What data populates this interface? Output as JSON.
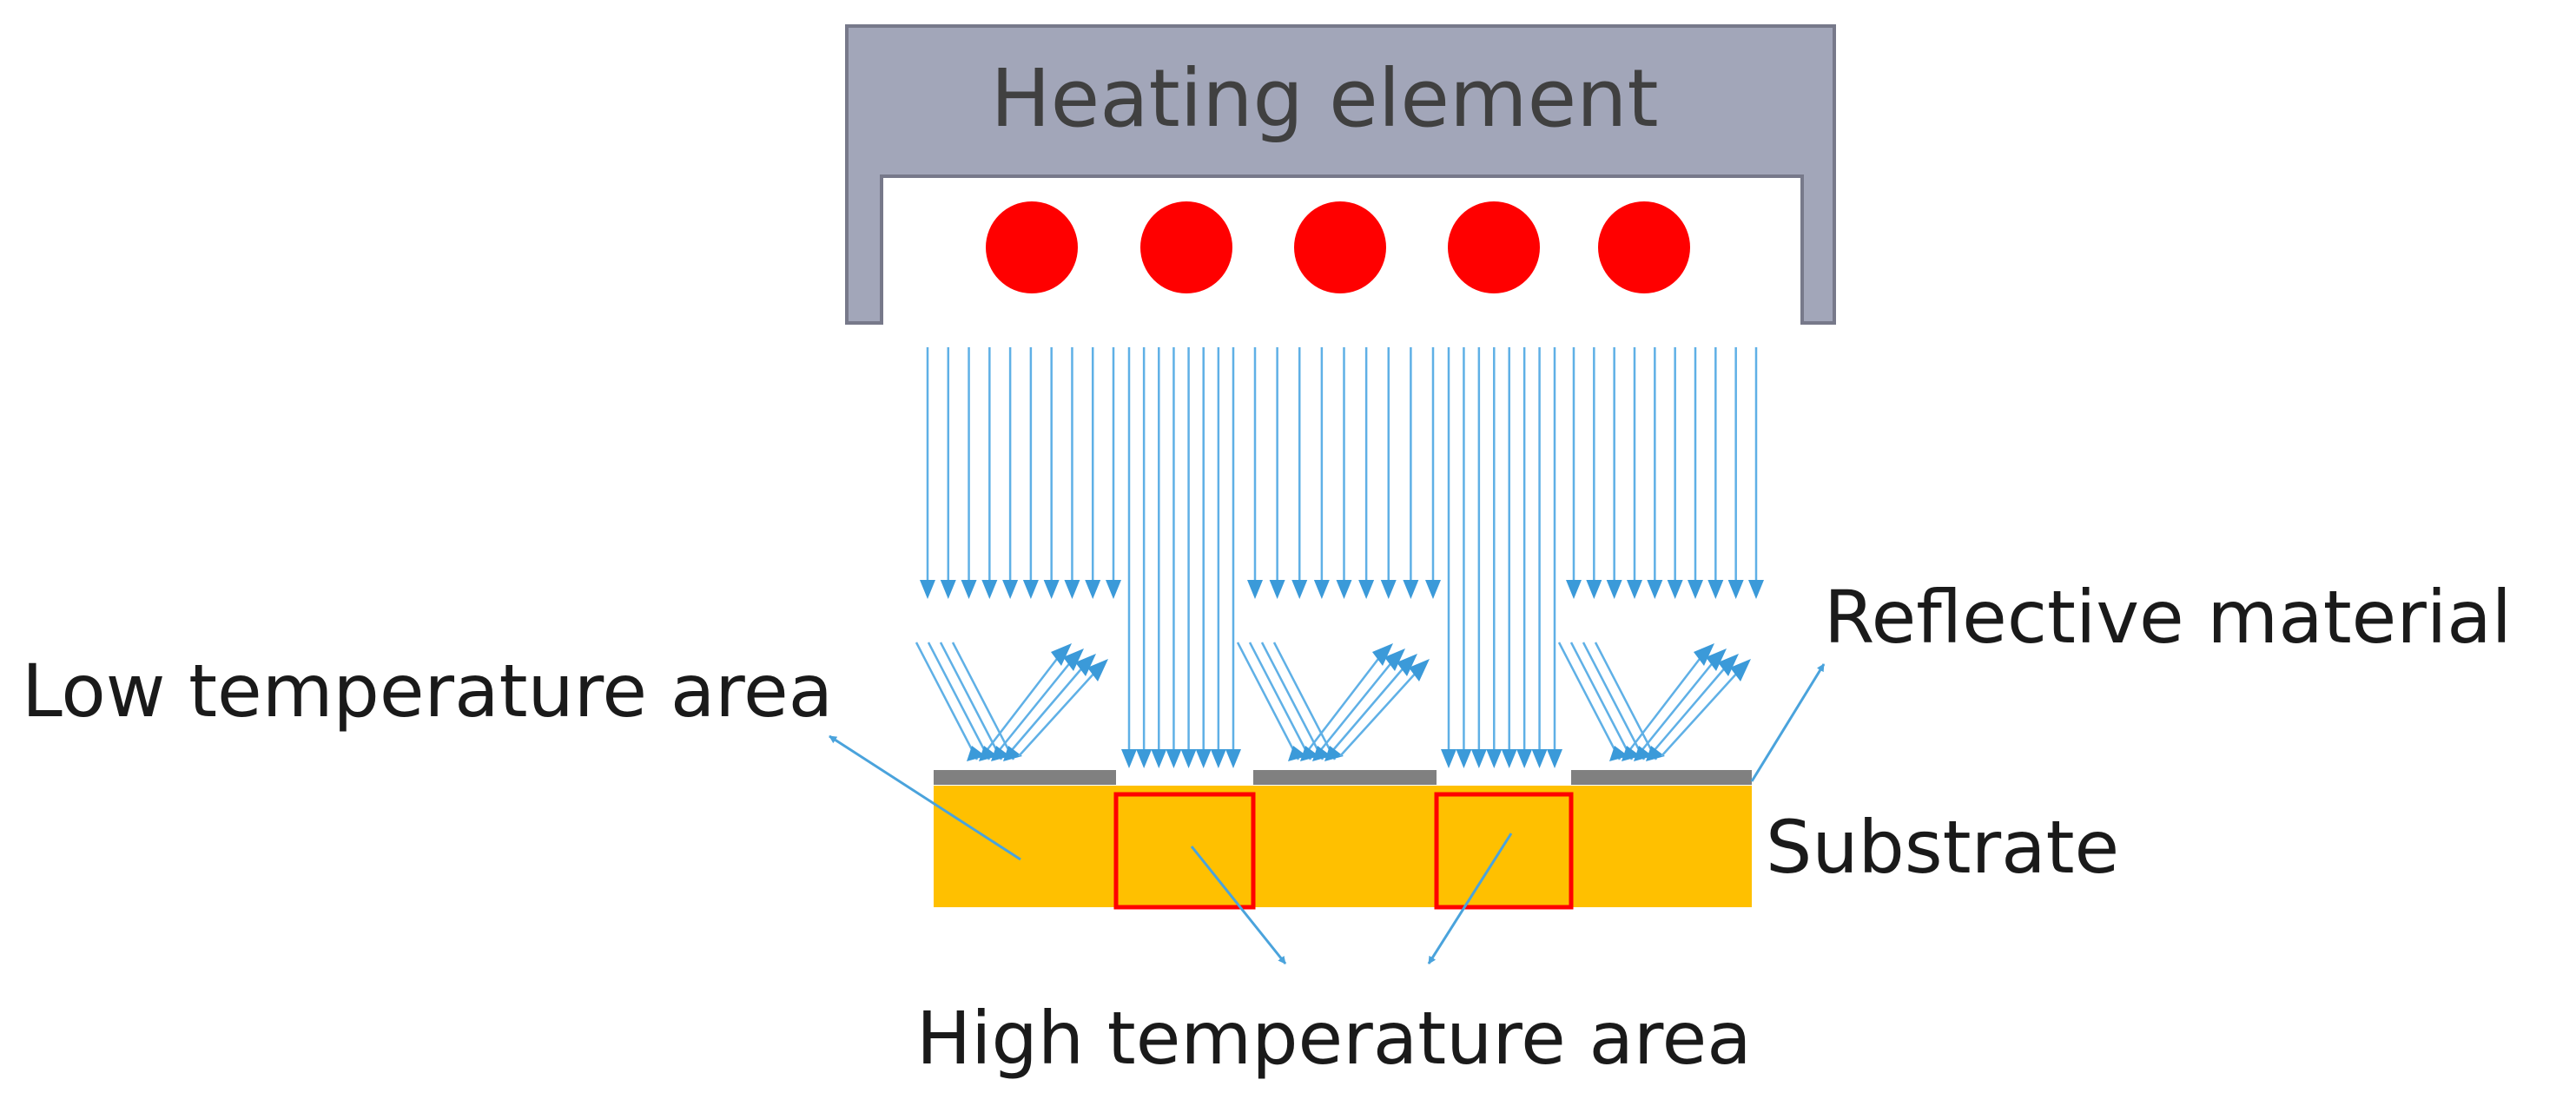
{
  "labels": {
    "heating_element": "Heating element",
    "reflective_material": "Reflective material",
    "low_temperature_area": "Low temperature area",
    "substrate": "Substrate",
    "high_temperature_area": "High temperature area"
  },
  "colors": {
    "heater_fill": "#a2a6b9",
    "heater_stroke": "#77798a",
    "heater_dot": "#ff0000",
    "ray": "#5fb0e6",
    "arrowhead": "#3b9ad9",
    "pointer": "#4aa3dc",
    "reflective_strip": "#808080",
    "substrate": "#ffc000",
    "hot_zone_outline": "#ff0000"
  },
  "icons": [
    "heat-source-dot",
    "radiation-ray-arrow",
    "reflected-ray-arrow",
    "pointer-arrow"
  ]
}
